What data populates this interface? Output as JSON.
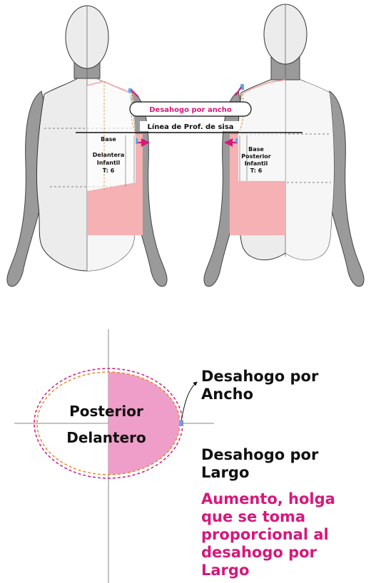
{
  "figure_top": {
    "front_label": [
      "Base",
      "Delantera",
      "Infantil",
      "T: 6"
    ],
    "back_label": [
      "Base",
      "Posterior",
      "Infantil",
      "T: 6"
    ],
    "callout_ease_width": "Desahogo por ancho",
    "callout_armhole_line": "Línea de Prof. de sisa"
  },
  "figure_bottom": {
    "ellipse_upper_label": "Posterior",
    "ellipse_lower_label": "Delantero",
    "ease_width_text": [
      "Desahogo por",
      "Ancho"
    ],
    "ease_length_text": [
      "Desahogo por",
      "Largo"
    ],
    "note_text": [
      "Aumento, holga",
      "que se toma",
      "proporcional al",
      "desahogo por",
      "Largo"
    ]
  },
  "colors": {
    "magenta": "#d6187a",
    "pink_fill": "#f5b1b3",
    "ellipse_fill": "#ee9ec8",
    "orange_dash": "#e68a2e",
    "mannequin": "#9a9a9a",
    "body_light": "#ececec"
  }
}
